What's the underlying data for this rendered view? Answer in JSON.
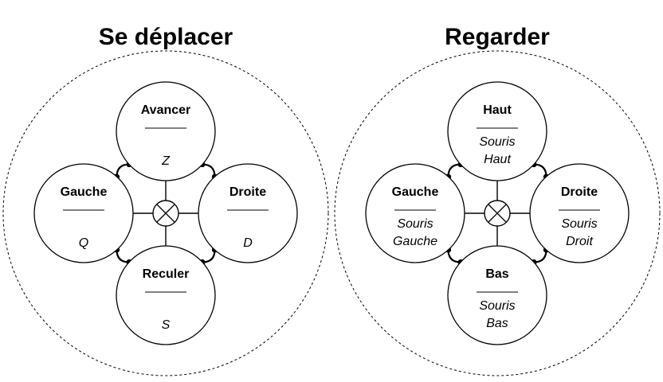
{
  "panels": [
    {
      "title": "Se déplacer",
      "nodes": {
        "top": {
          "label": "Avancer",
          "lines": [
            "Z"
          ]
        },
        "left": {
          "label": "Gauche",
          "lines": [
            "Q"
          ]
        },
        "right": {
          "label": "Droite",
          "lines": [
            "D"
          ]
        },
        "bottom": {
          "label": "Reculer",
          "lines": [
            "S"
          ]
        }
      }
    },
    {
      "title": "Regarder",
      "nodes": {
        "top": {
          "label": "Haut",
          "lines": [
            "Souris",
            "Haut"
          ]
        },
        "left": {
          "label": "Gauche",
          "lines": [
            "Souris",
            "Gauche"
          ]
        },
        "right": {
          "label": "Droite",
          "lines": [
            "Souris",
            "Droit"
          ]
        },
        "bottom": {
          "label": "Bas",
          "lines": [
            "Souris",
            "Bas"
          ]
        }
      }
    }
  ]
}
